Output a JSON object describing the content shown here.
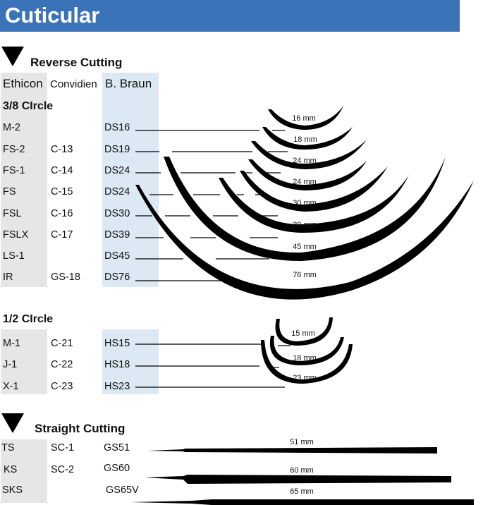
{
  "header": {
    "title": "Cuticular"
  },
  "reverse": {
    "title": "Reverse Cutting",
    "columns": {
      "ethicon": "Ethicon",
      "covidien": "Convidien",
      "braun": "B. Braun"
    },
    "circle38": {
      "title": "3/8 CIrcle",
      "rows": [
        {
          "ethicon": "M-2",
          "covidien": "",
          "braun": "DS16",
          "size": "16 mm"
        },
        {
          "ethicon": "FS-2",
          "covidien": "C-13",
          "braun": "DS19",
          "size": "18 mm"
        },
        {
          "ethicon": "FS-1",
          "covidien": "C-14",
          "braun": "DS24",
          "size": "24 mm"
        },
        {
          "ethicon": "FS",
          "covidien": "C-15",
          "braun": "DS24",
          "size": "24 mm"
        },
        {
          "ethicon": "FSL",
          "covidien": "C-16",
          "braun": "DS30",
          "size": "30 mm"
        },
        {
          "ethicon": "FSLX",
          "covidien": "C-17",
          "braun": "DS39",
          "size": "39 mm"
        },
        {
          "ethicon": "LS-1",
          "covidien": "",
          "braun": "DS45",
          "size": "45 mm"
        },
        {
          "ethicon": "IR",
          "covidien": "GS-18",
          "braun": "DS76",
          "size": "76 mm"
        }
      ]
    },
    "circle12": {
      "title": "1/2 CIrcle",
      "rows": [
        {
          "ethicon": "M-1",
          "covidien": "C-21",
          "braun": "HS15",
          "size": "15 mm"
        },
        {
          "ethicon": "J-1",
          "covidien": "C-22",
          "braun": "HS18",
          "size": "18 mm"
        },
        {
          "ethicon": "X-1",
          "covidien": "C-23",
          "braun": "HS23",
          "size": "23 mm"
        }
      ]
    }
  },
  "straight": {
    "title": "Straight Cutting",
    "rows": [
      {
        "ethicon": "TS",
        "covidien": "SC-1",
        "braun": "GS51",
        "size": "51 mm"
      },
      {
        "ethicon": "KS",
        "covidien": "SC-2",
        "braun": "GS60",
        "size": "60 mm"
      },
      {
        "ethicon": "SKS",
        "covidien": "",
        "braun": "GS65V",
        "size": "65 mm"
      }
    ]
  },
  "colors": {
    "header": "#3b73b8",
    "ethicon_column": "#e6e6e6",
    "braun_column": "#dce9f4",
    "needle": "#000000"
  }
}
